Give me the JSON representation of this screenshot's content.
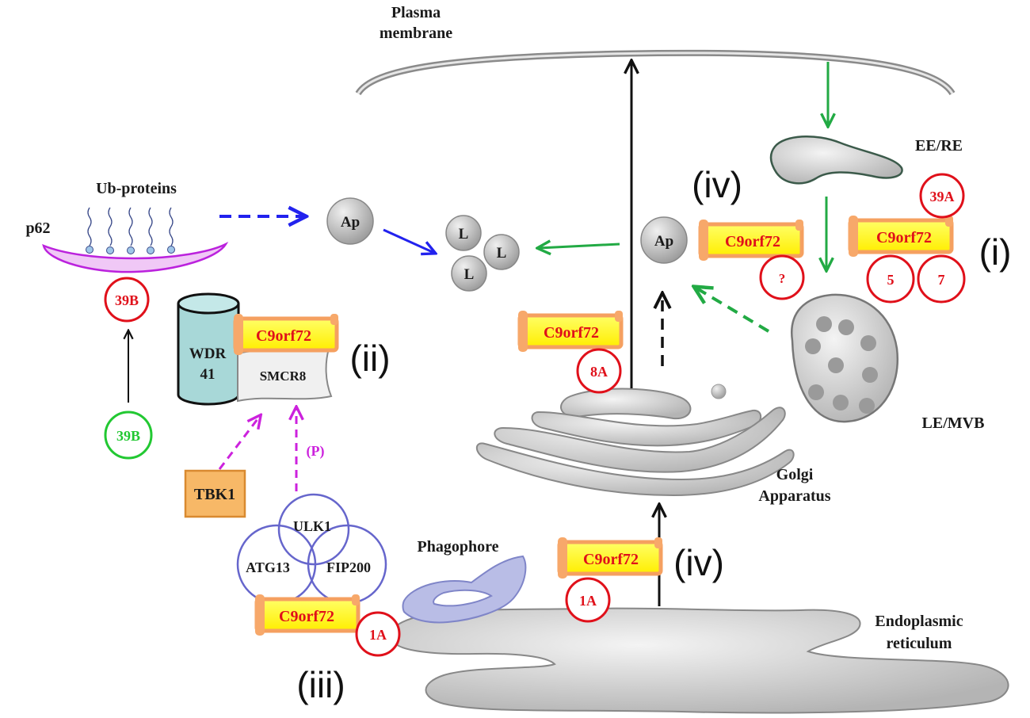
{
  "labels": {
    "plasma_membrane_1": "Plasma",
    "plasma_membrane_2": "membrane",
    "ee_re": "EE/RE",
    "le_mvb": "LE/MVB",
    "golgi_1": "Golgi",
    "golgi_2": "Apparatus",
    "er_1": "Endoplasmic",
    "er_2": "reticulum",
    "phagophore": "Phagophore",
    "ub_proteins": "Ub-proteins",
    "p62": "p62",
    "ap": "Ap",
    "lysosome": "L",
    "wdr41_1": "WDR",
    "wdr41_2": "41",
    "smcr8": "SMCR8",
    "tbk1": "TBK1",
    "ulk1": "ULK1",
    "atg13": "ATG13",
    "fip200": "FIP200",
    "phospho": "(P)",
    "c9orf72": "C9orf72"
  },
  "roman": {
    "i": "(i)",
    "ii": "(ii)",
    "iii": "(iii)",
    "iv": "(iv)"
  },
  "rabs": {
    "r39a": "39A",
    "r5": "5",
    "r7": "7",
    "unknown": "?",
    "r8a": "8A",
    "r39b": "39B",
    "r1a": "1A"
  },
  "colors": {
    "c9_fill": "#ffff00",
    "c9_border": "#f5a060",
    "rab_red": "#e0101a",
    "rab_green": "#22c832",
    "blue_arrow": "#2222ee",
    "green_arrow": "#22aa44",
    "magenta": "#cc22dd",
    "organelle": "#c8c8c8",
    "wdr41": "#a8d8d8",
    "tbk1": "#f7b867"
  }
}
